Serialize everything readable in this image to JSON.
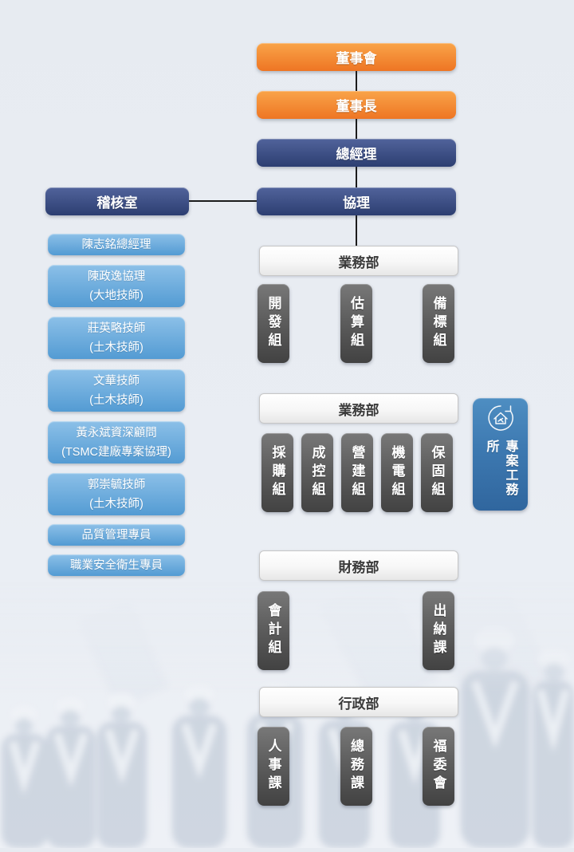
{
  "chain": [
    {
      "label": "董事會",
      "style": "orange"
    },
    {
      "label": "董事長",
      "style": "orange"
    },
    {
      "label": "總經理",
      "style": "navy"
    },
    {
      "label": "協理",
      "style": "navy"
    }
  ],
  "audit": {
    "label": "稽核室"
  },
  "staff": [
    {
      "lines": [
        "陳志銘總經理"
      ]
    },
    {
      "lines": [
        "陳政逸協理",
        "(大地技師)"
      ]
    },
    {
      "lines": [
        "莊英略技師",
        "(土木技師)"
      ]
    },
    {
      "lines": [
        "文華技師",
        "(土木技師)"
      ]
    },
    {
      "lines": [
        "黃永斌資深顧問",
        "(TSMC建廠專案協理)"
      ]
    },
    {
      "lines": [
        "郭崇毓技師",
        "(土木技師)"
      ]
    },
    {
      "lines": [
        "品質管理專員"
      ]
    },
    {
      "lines": [
        "職業安全衛生專員"
      ]
    }
  ],
  "departments": [
    {
      "name": "業務部",
      "units": [
        "開發組",
        "估算組",
        "備標組"
      ]
    },
    {
      "name": "業務部",
      "units": [
        "採購組",
        "成控組",
        "營建組",
        "機電組",
        "保固組"
      ]
    },
    {
      "name": "財務部",
      "units": [
        "會計組",
        "出納課"
      ]
    },
    {
      "name": "行政部",
      "units": [
        "人事課",
        "總務課",
        "福委會"
      ]
    }
  ],
  "project_office": {
    "label": "專案工務所",
    "icon": "house-renovation-icon"
  },
  "colors": {
    "orange_top": "#f9a449",
    "orange_bottom": "#ee7523",
    "navy_top": "#51639b",
    "navy_bottom": "#2c3e71",
    "light_blue_top": "#8cc0e8",
    "light_blue_bottom": "#539bd3",
    "unit_gray_top": "#787878",
    "unit_gray_bottom": "#424242",
    "office_blue_top": "#4e8ec2",
    "office_blue_bottom": "#30669e",
    "connector": "#1c1c1c",
    "background": "#e9edf3"
  }
}
